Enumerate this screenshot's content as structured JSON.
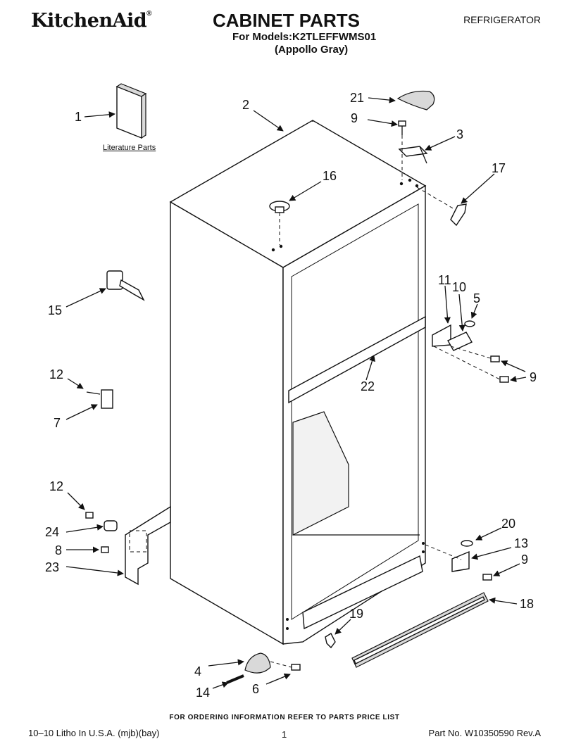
{
  "header": {
    "brand": "KitchenAid",
    "brand_mark": "®",
    "title": "CABINET PARTS",
    "models_line": "For Models:K2TLEFFWMS01",
    "color_line": "(Appollo Gray)",
    "category": "REFRIGERATOR"
  },
  "diagram": {
    "literature_label": "Literature Parts",
    "callouts": {
      "c1": "1",
      "c2": "2",
      "c3": "3",
      "c4": "4",
      "c5": "5",
      "c6": "6",
      "c7": "7",
      "c8": "8",
      "c9a": "9",
      "c9b": "9",
      "c9c": "9",
      "c10": "10",
      "c11": "11",
      "c12a": "12",
      "c12b": "12",
      "c13": "13",
      "c14": "14",
      "c15": "15",
      "c16": "16",
      "c17": "17",
      "c18": "18",
      "c19": "19",
      "c20": "20",
      "c21": "21",
      "c22": "22",
      "c23": "23",
      "c24": "24"
    }
  },
  "footer": {
    "order_note": "FOR ORDERING INFORMATION REFER TO PARTS PRICE LIST",
    "print_info": "10–10 Litho In U.S.A. (mjb)(bay)",
    "page_number": "1",
    "part_number": "Part No. W10350590 Rev.A"
  }
}
